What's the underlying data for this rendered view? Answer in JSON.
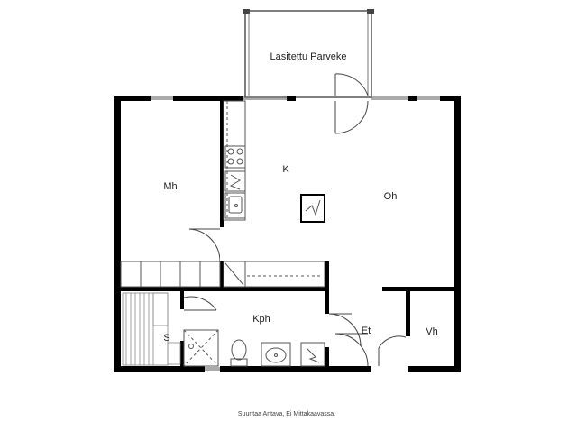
{
  "plan": {
    "rooms": {
      "balcony": "Lasitettu Parveke",
      "bedroom": "Mh",
      "kitchen": "K",
      "living": "Oh",
      "bathroom": "Kph",
      "sauna": "S",
      "hall": "Et",
      "closet": "Vh"
    },
    "caption": "Suuntaa Antava, Ei Mittakaavassa."
  },
  "colors": {
    "wall": "#000000",
    "line": "#555555",
    "floor": "#ffffff"
  }
}
